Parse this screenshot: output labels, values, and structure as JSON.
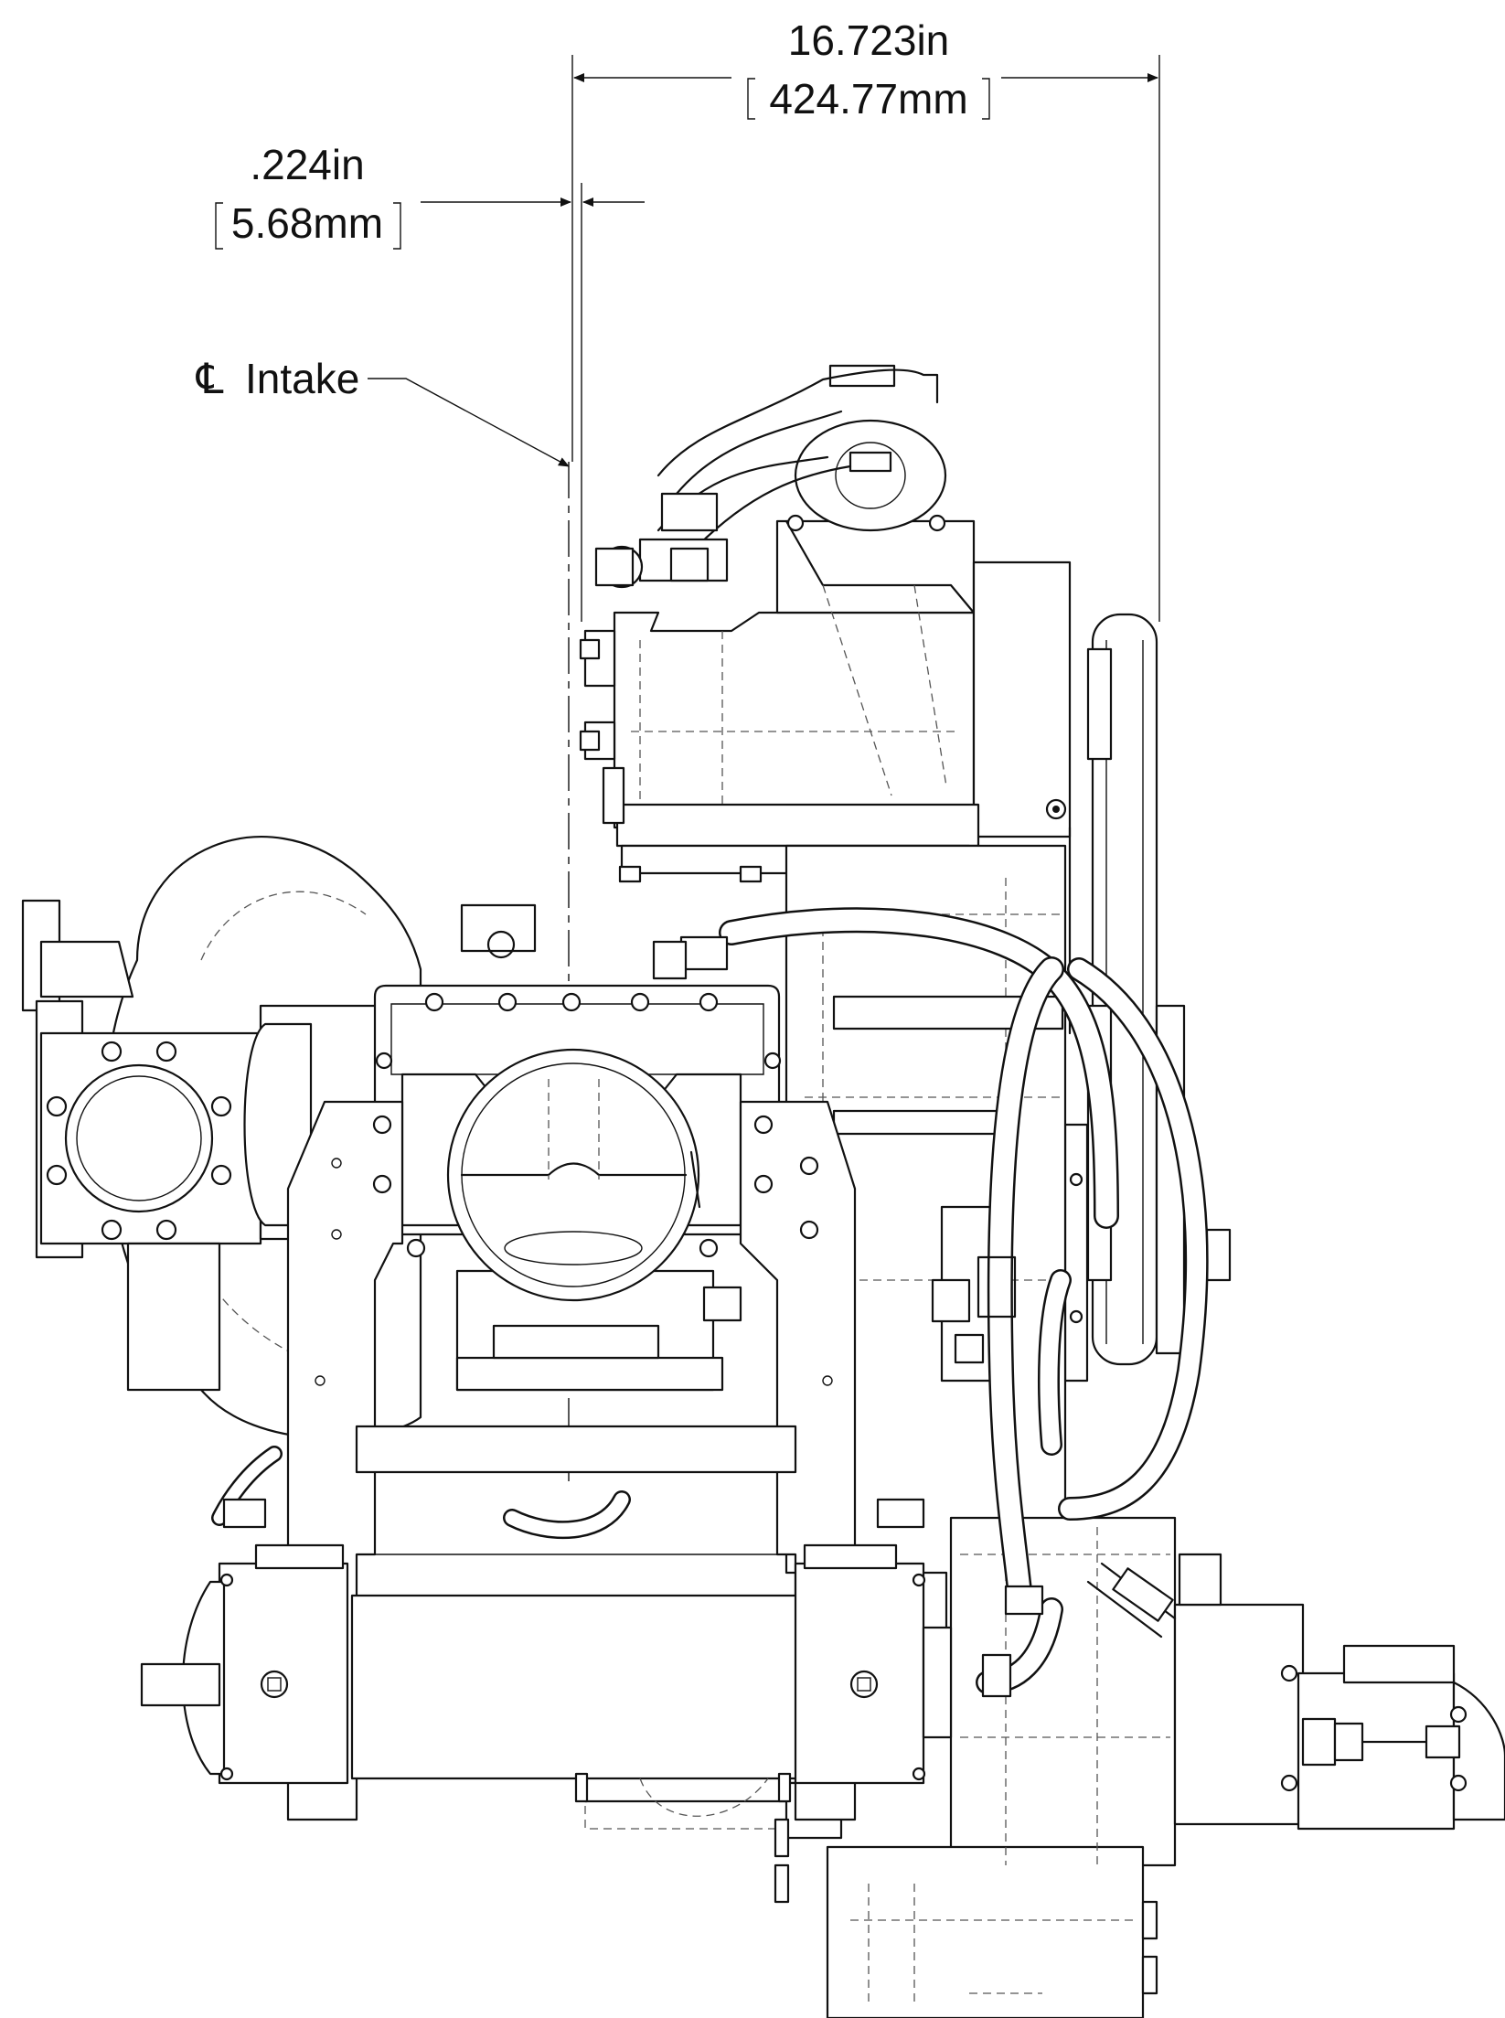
{
  "dimensions": {
    "overall": {
      "inches": "16.723in",
      "mm": "424.77mm"
    },
    "offset": {
      "inches": ".224in",
      "mm": "5.68mm"
    }
  },
  "centerline_label": {
    "symbol": "℄",
    "text": "Intake"
  },
  "colors": {
    "line": "#111111",
    "hidden_line": "#555555",
    "background": "#ffffff"
  }
}
